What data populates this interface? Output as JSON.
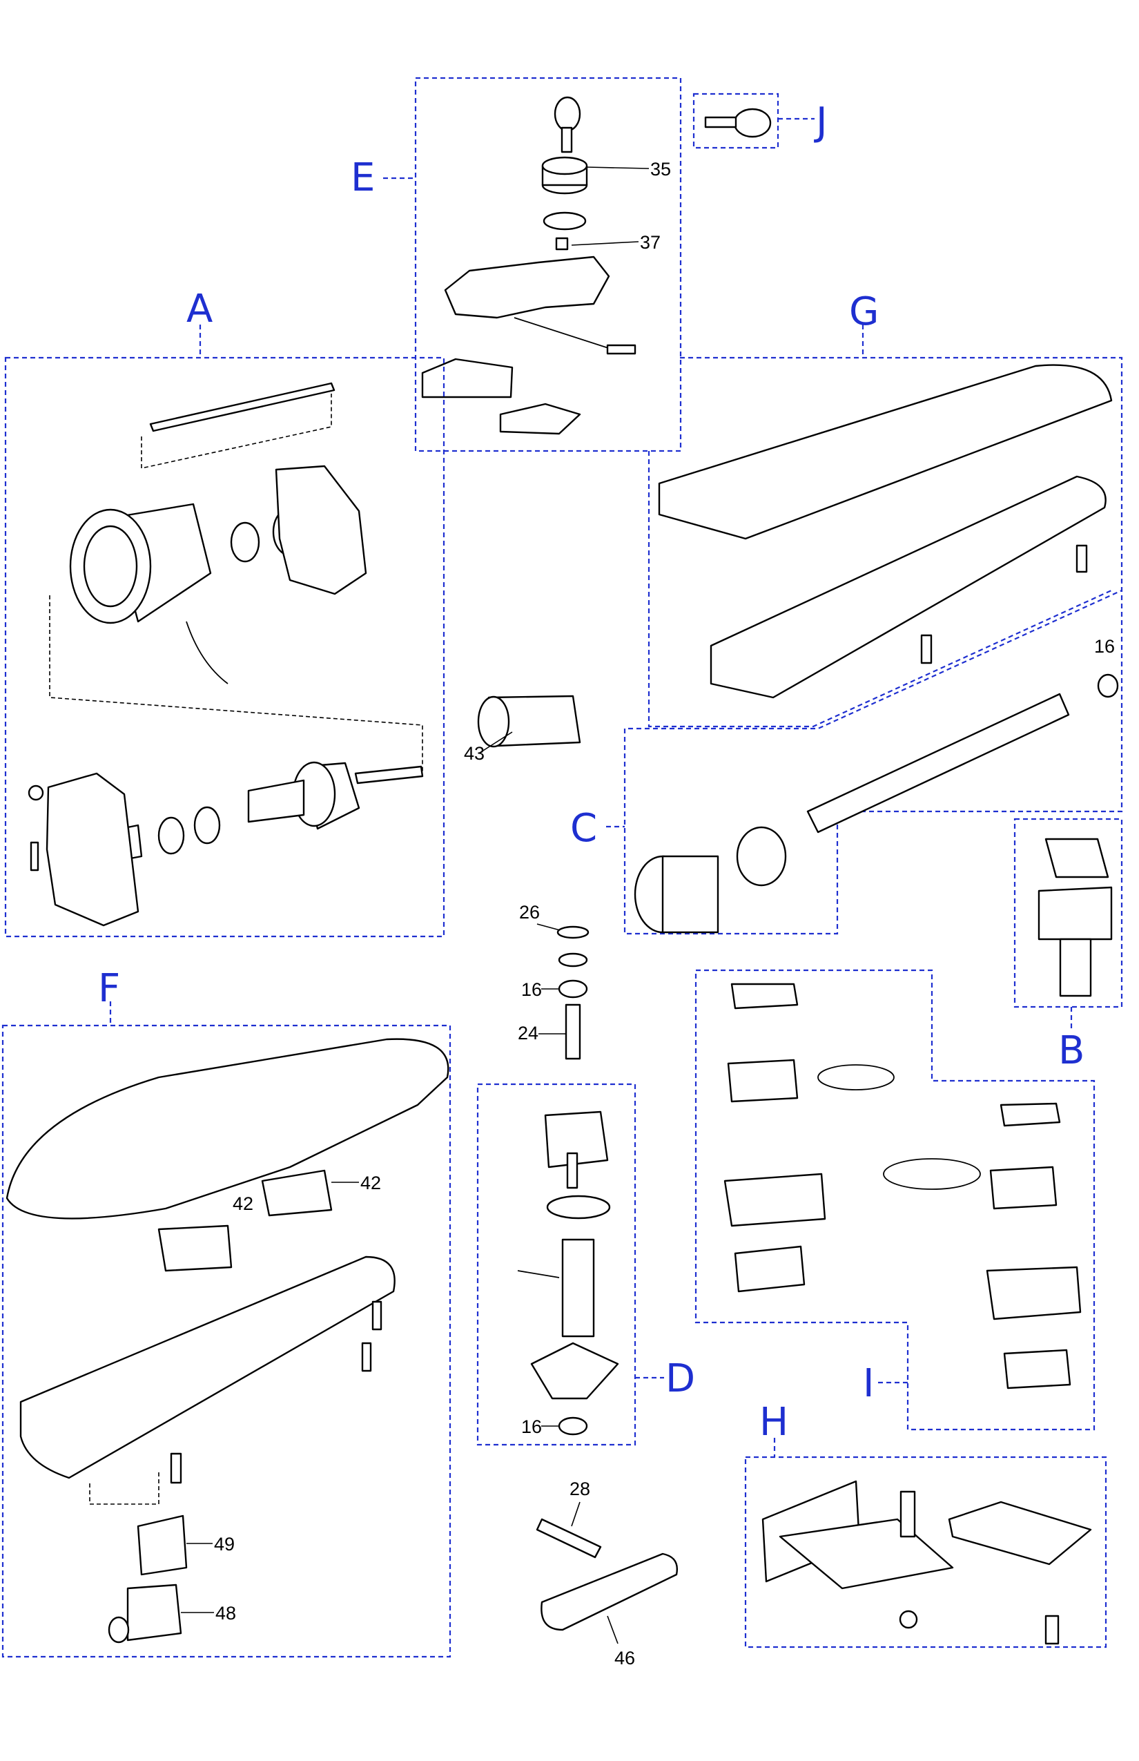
{
  "groups": [
    {
      "id": "A",
      "label": "A"
    },
    {
      "id": "B",
      "label": "B"
    },
    {
      "id": "C",
      "label": "C"
    },
    {
      "id": "D",
      "label": "D"
    },
    {
      "id": "E",
      "label": "E"
    },
    {
      "id": "F",
      "label": "F"
    },
    {
      "id": "G",
      "label": "G"
    },
    {
      "id": "H",
      "label": "H"
    },
    {
      "id": "I",
      "label": "I"
    },
    {
      "id": "J",
      "label": "J"
    }
  ],
  "part_numbers": {
    "p35": "35",
    "p37": "37",
    "p16_c": "16",
    "p43": "43",
    "p26": "26",
    "p16_a": "16",
    "p24": "24",
    "p16_d": "16",
    "p42_a": "42",
    "p42_b": "42",
    "p49": "49",
    "p48": "48",
    "p28": "28",
    "p46": "46"
  },
  "colors": {
    "group_border": "#1e2fd0",
    "line_art": "#000000"
  }
}
